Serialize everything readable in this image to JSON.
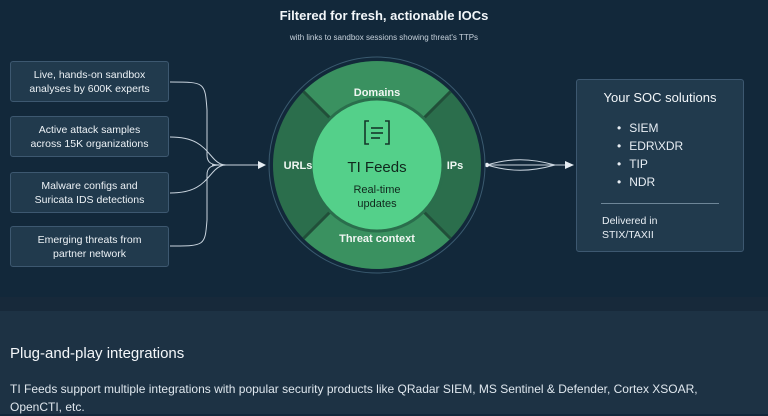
{
  "header": {
    "title": "Filtered for fresh, actionable IOCs",
    "subtitle": "with links to sandbox sessions showing threat's TTPs"
  },
  "sources": [
    {
      "text": "Live, hands-on sandbox\nanalyses by 600K experts"
    },
    {
      "text": "Active attack samples\nacross 15K organizations"
    },
    {
      "text": "Malware configs and\nSuricata IDS detections"
    },
    {
      "text": "Emerging threats from\npartner network"
    }
  ],
  "ring": {
    "top": "Domains",
    "left": "URLs",
    "right": "IPs",
    "bottom": "Threat context",
    "center_title": "TI Feeds",
    "center_sub_1": "Real-time",
    "center_sub_2": "updates",
    "icon": "document-bracket-icon"
  },
  "soc": {
    "title": "Your SOC solutions",
    "items": [
      "SIEM",
      "EDR\\XDR",
      "TIP",
      "NDR"
    ],
    "delivered": "Delivered in\nSTIX/TAXII"
  },
  "integrations": {
    "heading": "Plug-and-play integrations",
    "description": "TI Feeds support multiple integrations with popular security products like QRadar SIEM, MS Sentinel & Defender, Cortex XSOAR, OpenCTI, etc."
  },
  "colors": {
    "background": "#12283a",
    "ring_outer": "#2a6e4c",
    "ring_inner": "#4fd083",
    "ring_sector_light": "#3a8f5e",
    "accent": "#54d98a"
  }
}
